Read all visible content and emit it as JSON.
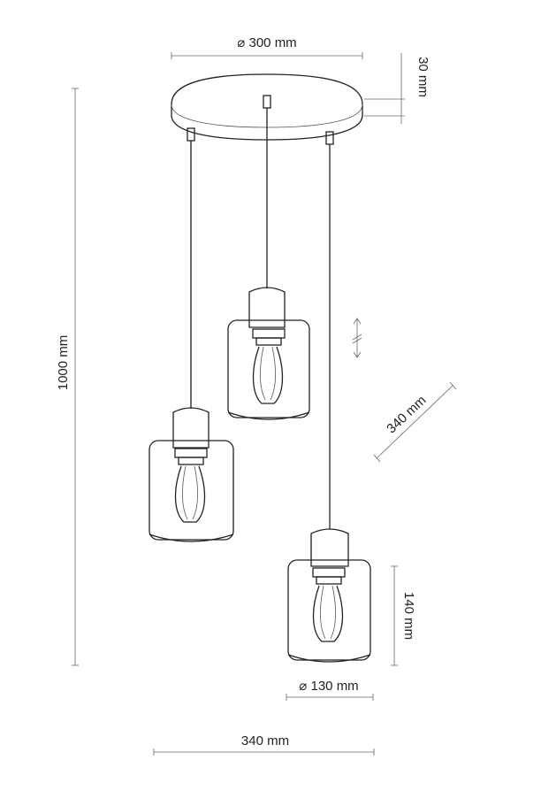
{
  "dimensions": {
    "canopy_diameter": "⌀ 300 mm",
    "canopy_height": "30 mm",
    "total_height": "1000 mm",
    "cluster_diameter": "340 mm",
    "shade_height": "140 mm",
    "shade_diameter": "⌀ 130 mm",
    "overall_width": "340 mm"
  },
  "colors": {
    "line": "#222222",
    "dimension": "#666666"
  },
  "icons": {
    "adjustable_cable": "double-arrow-adjust-icon"
  }
}
